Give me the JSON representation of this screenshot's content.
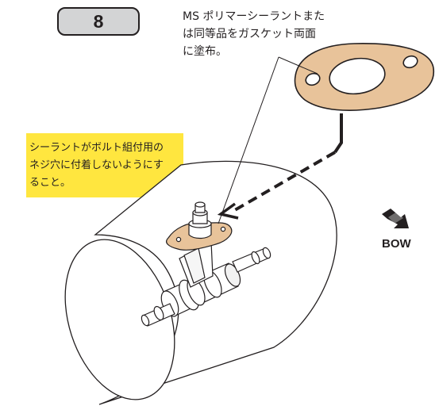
{
  "step": {
    "number": "8"
  },
  "sealant_note": {
    "lines": [
      "MS ポリマーシーラントまた",
      "は同等品をガスケット両面",
      "に塗布。"
    ]
  },
  "caution_note": {
    "lines": [
      "シーラントがボルト組付用の",
      "ネジ穴に付着しないようにす",
      "ること。"
    ]
  },
  "direction": {
    "label": "BOW"
  },
  "colors": {
    "gasket": "#e8c39a",
    "caution_background": "#ffe63f",
    "badge_fill": "#d3d4d5",
    "line": "#231f20"
  }
}
